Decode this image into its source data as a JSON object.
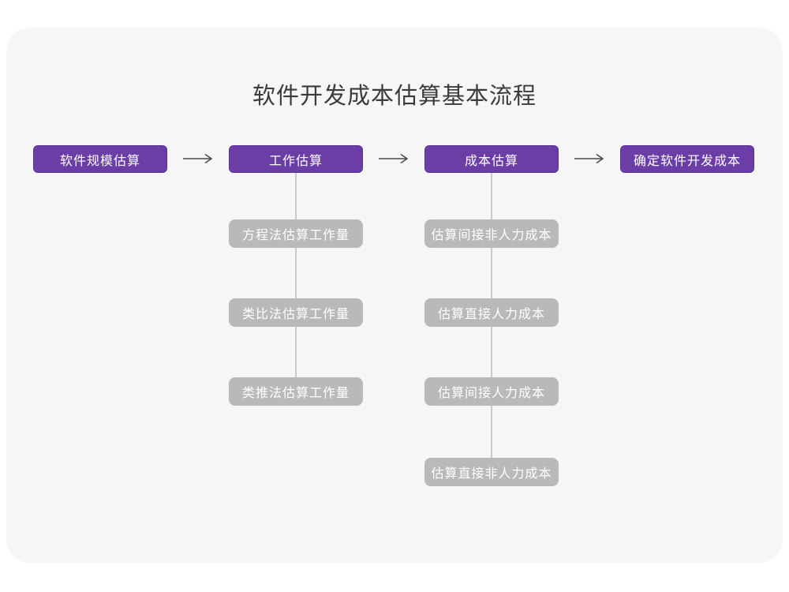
{
  "page": {
    "title": "软件开发成本估算基本流程"
  },
  "colors": {
    "accent_purple": "#6b3ea5",
    "purple_border": "#5a3193",
    "sub_box_gray": "#b9b9b9",
    "card_background": "#f6f6f6",
    "connector_gray": "#c9c9c9",
    "arrow_gray": "#4a4a4a",
    "title_text": "#3b3b3b",
    "box_text": "#ffffff"
  },
  "flow": {
    "main_steps": [
      {
        "label": "软件规模估算"
      },
      {
        "label": "工作估算"
      },
      {
        "label": "成本估算"
      },
      {
        "label": "确定软件开发成本"
      }
    ],
    "work_substeps": [
      {
        "label": "方程法估算工作量"
      },
      {
        "label": "类比法估算工作量"
      },
      {
        "label": "类推法估算工作量"
      }
    ],
    "cost_substeps": [
      {
        "label": "估算间接非人力成本"
      },
      {
        "label": "估算直接人力成本"
      },
      {
        "label": "估算间接人力成本"
      },
      {
        "label": "估算直接非人力成本"
      }
    ]
  }
}
